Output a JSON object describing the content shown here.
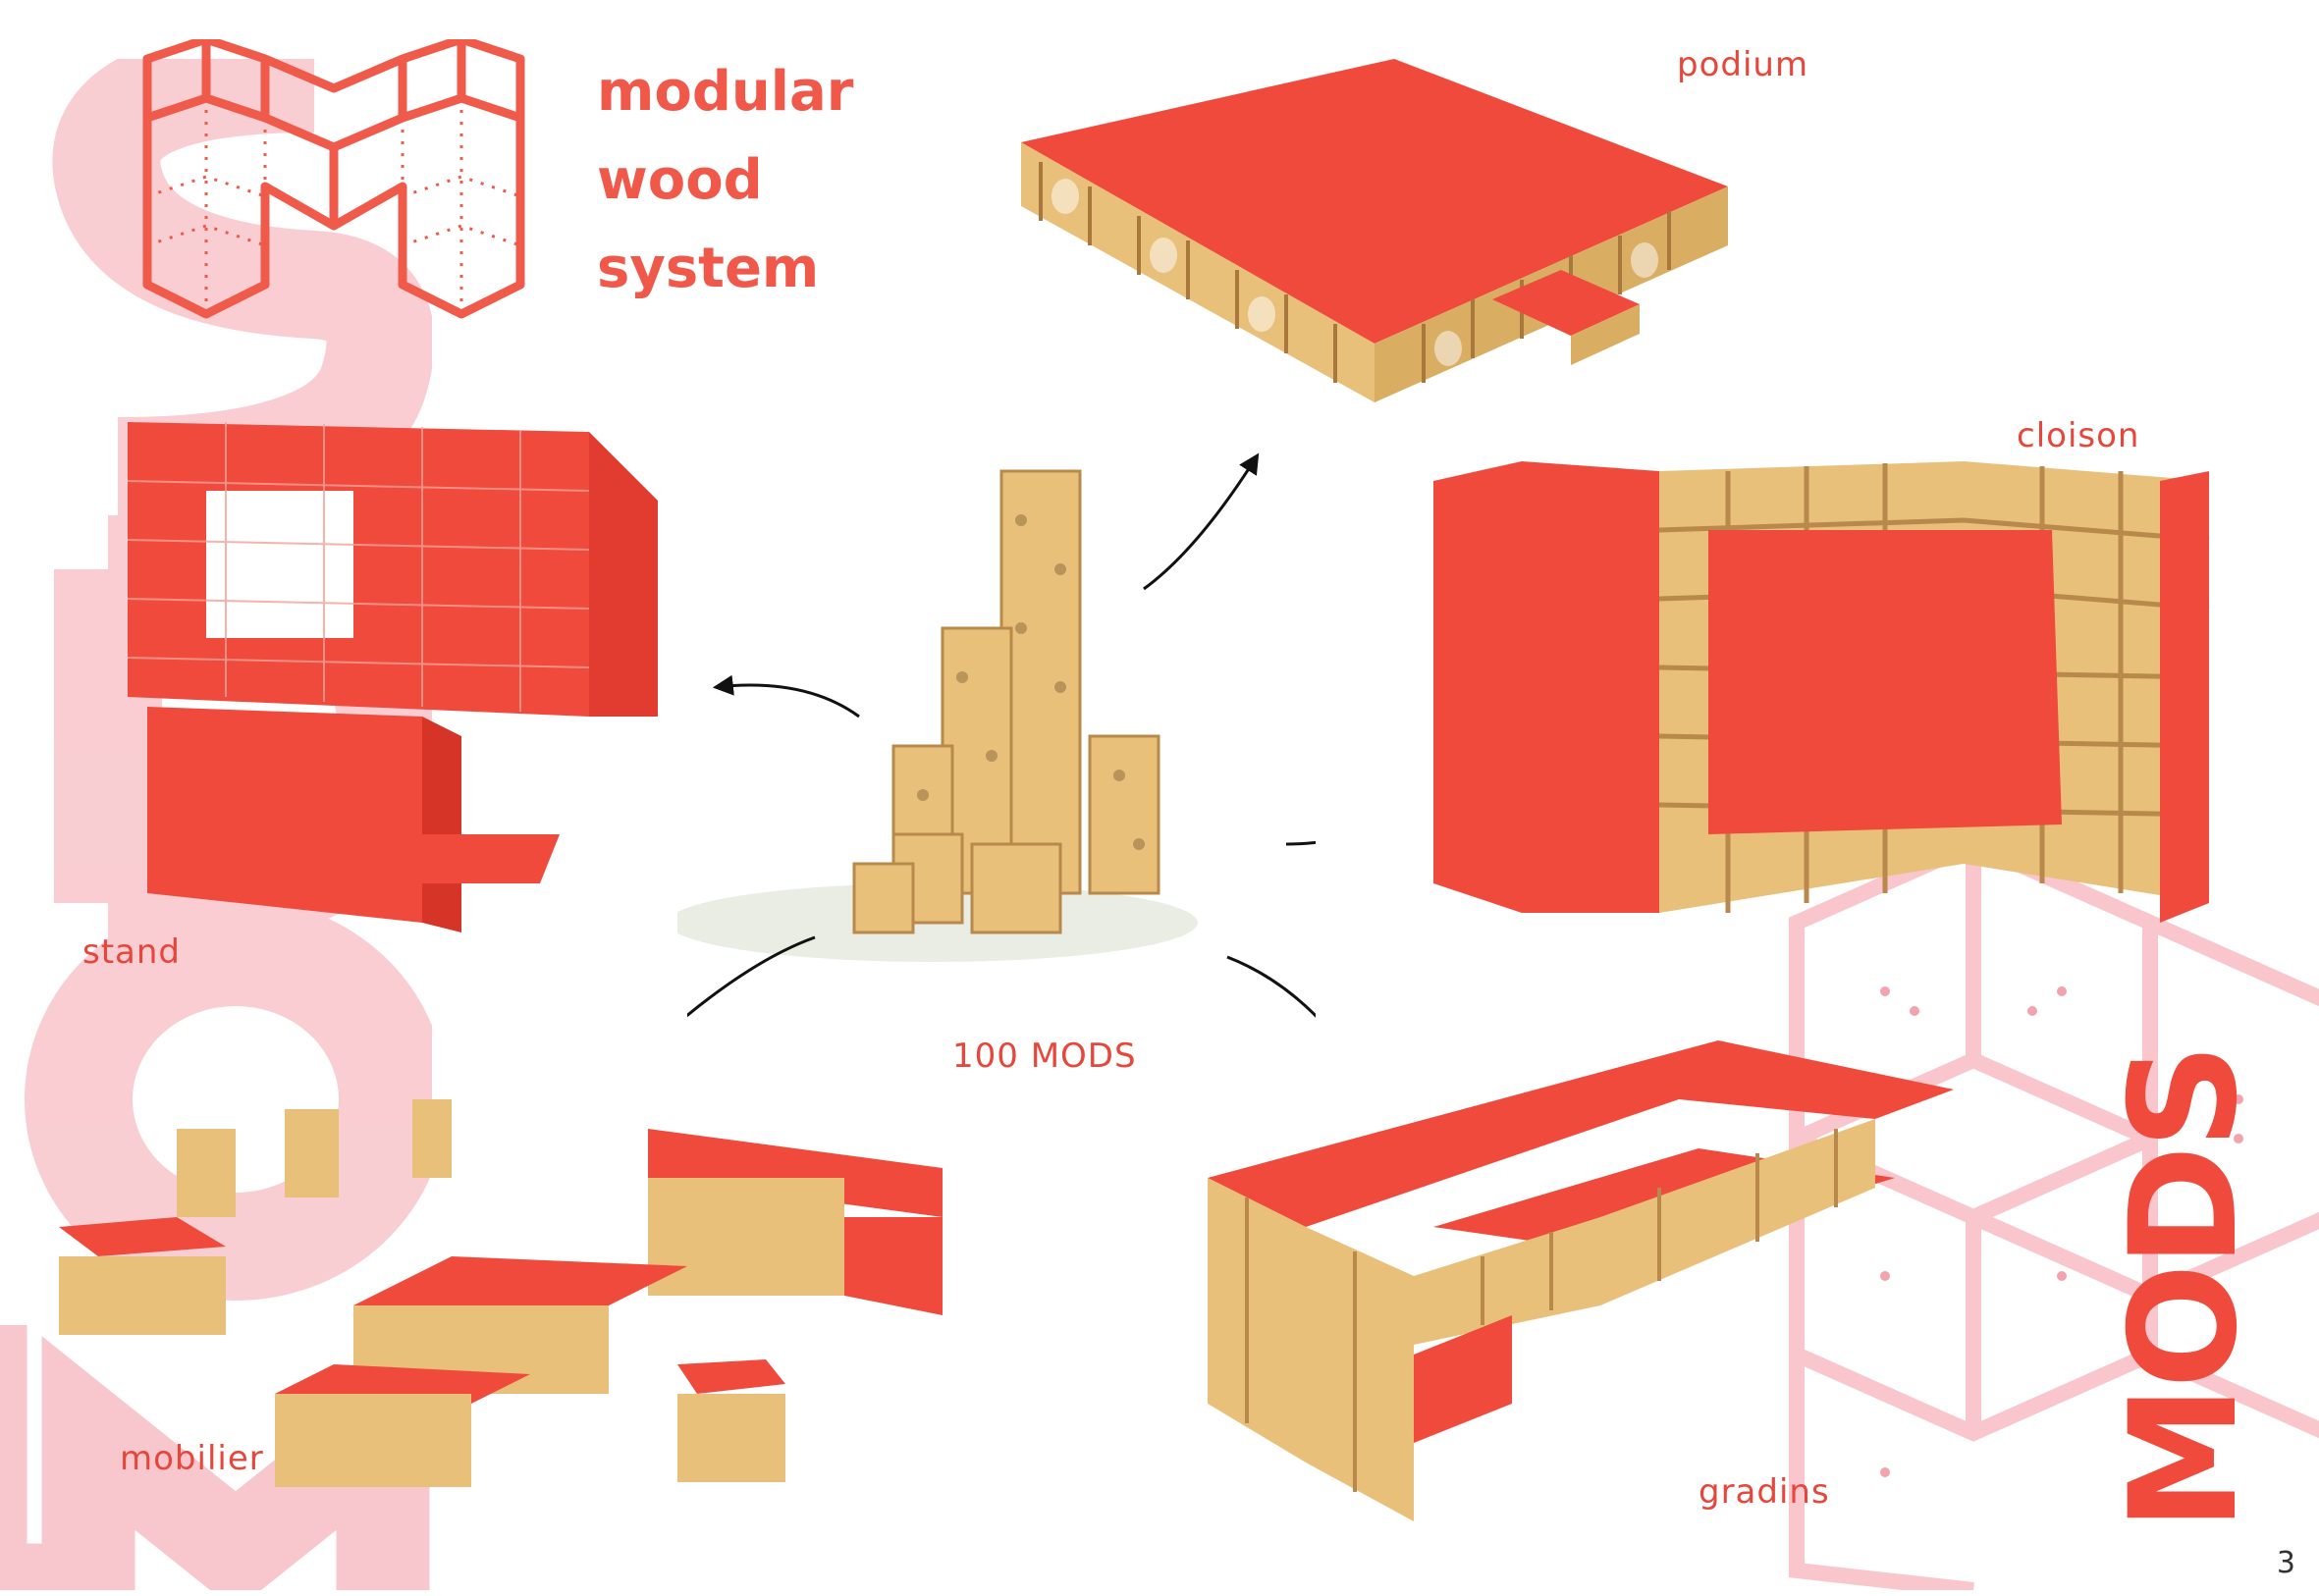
{
  "title": {
    "line1": "modular",
    "line2": "wood",
    "line3": "system"
  },
  "captions": {
    "podium": "podium",
    "cloison": "cloison",
    "stand": "stand",
    "center": "100 MODS",
    "mobilier": "mobilier",
    "gradins": "gradins"
  },
  "brand": {
    "watermark": "MODS",
    "logo_label": "MODS"
  },
  "page_number": "3",
  "colors": {
    "accent": "#ef4a3c",
    "watermark": "#f7c3c9",
    "wood": "#e8c07a",
    "wood_dark": "#b8894a"
  }
}
